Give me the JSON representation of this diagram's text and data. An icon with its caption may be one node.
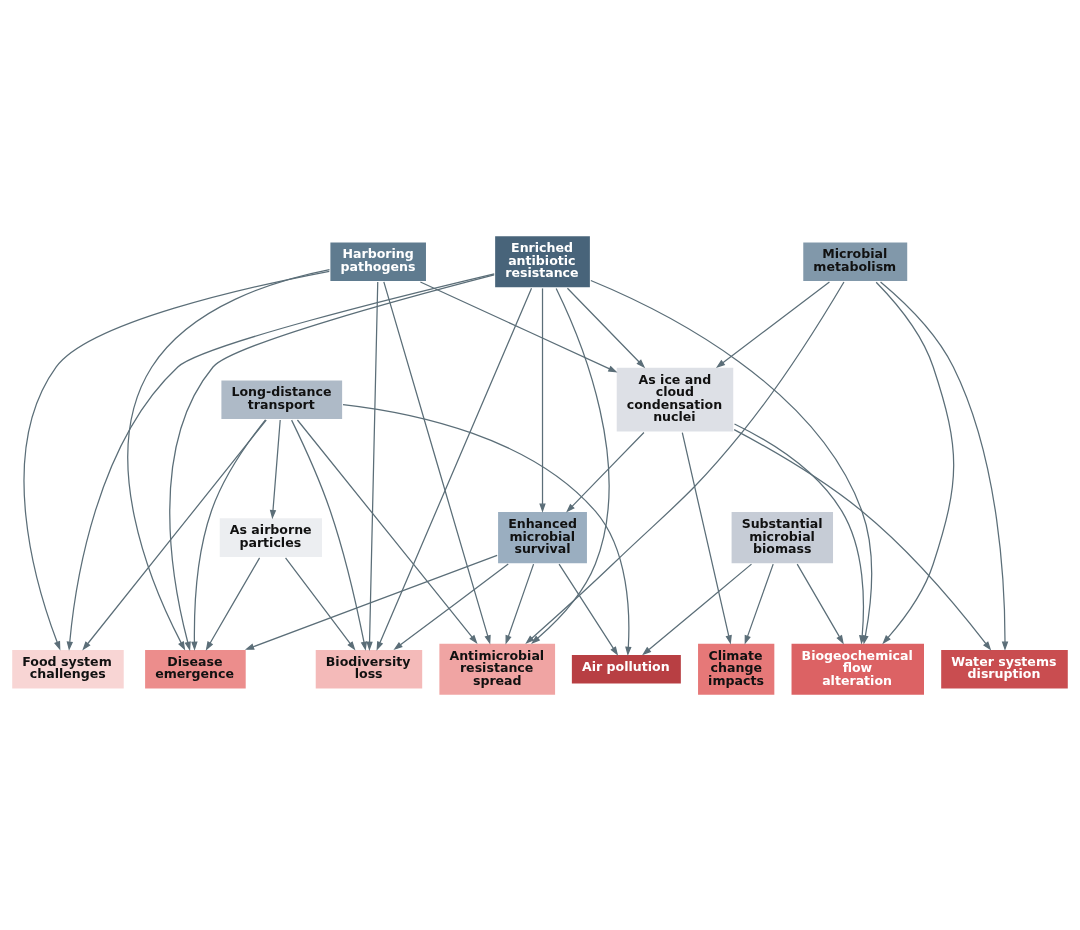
{
  "diagram": {
    "nodes": [
      {
        "text": [
          "Enriched antibiotic resistance"
        ]
      },
      {
        "text": [
          "Harboring pathogens"
        ]
      },
      {
        "text": [
          "Microbial metabolism"
        ]
      },
      {
        "text": [
          "Enhanced microbial survival"
        ]
      },
      {
        "text": [
          "Long-distance transport"
        ]
      },
      {
        "text": [
          "Substantial microbial biomass"
        ]
      },
      {
        "text": [
          "As ice and cloud condensation nuclei"
        ]
      },
      {
        "text": [
          "As airborne particles"
        ]
      },
      {
        "text": [
          "Air pollution"
        ]
      },
      {
        "text": [
          "Water systems disruption"
        ]
      },
      {
        "text": [
          "Biogeochemical flow alteration"
        ]
      },
      {
        "text": [
          "Climate change impacts"
        ]
      },
      {
        "text": [
          "Disease emergence"
        ]
      },
      {
        "text": [
          "Antimicrobial resistance spread"
        ]
      },
      {
        "text": [
          "Biodiversity loss"
        ]
      },
      {
        "text": [
          "Food system challenges"
        ]
      }
    ],
    "edges": [
      {
        "from": 0,
        "to": 15,
        "arrow": "to"
      },
      {
        "from": 1,
        "to": 15,
        "arrow": "to"
      },
      {
        "from": 4,
        "to": 15,
        "arrow": "to"
      },
      {
        "from": 0,
        "to": 14,
        "arrow": "to"
      },
      {
        "from": 1,
        "to": 14,
        "arrow": "to"
      },
      {
        "from": 3,
        "to": 14,
        "arrow": "to"
      },
      {
        "from": 4,
        "to": 14,
        "arrow": "to"
      },
      {
        "from": 7,
        "to": 14,
        "arrow": "to"
      },
      {
        "from": 0,
        "to": 13,
        "arrow": "to"
      },
      {
        "from": 1,
        "to": 13,
        "arrow": "to"
      },
      {
        "from": 2,
        "to": 13,
        "arrow": "to"
      },
      {
        "from": 3,
        "to": 13,
        "arrow": "to"
      },
      {
        "from": 4,
        "to": 13,
        "arrow": "to"
      },
      {
        "from": 0,
        "to": 12,
        "arrow": "to"
      },
      {
        "from": 1,
        "to": 12,
        "arrow": "to"
      },
      {
        "from": 3,
        "to": 12,
        "arrow": "to"
      },
      {
        "from": 4,
        "to": 12,
        "arrow": "to"
      },
      {
        "from": 7,
        "to": 12,
        "arrow": "to"
      },
      {
        "from": 5,
        "to": 11,
        "arrow": "to"
      },
      {
        "from": 6,
        "to": 11,
        "arrow": "to"
      },
      {
        "from": 0,
        "to": 10,
        "arrow": "to"
      },
      {
        "from": 2,
        "to": 10,
        "arrow": "to"
      },
      {
        "from": 5,
        "to": 10,
        "arrow": "to"
      },
      {
        "from": 6,
        "to": 10,
        "arrow": "to"
      },
      {
        "from": 2,
        "to": 9,
        "arrow": "to"
      },
      {
        "from": 6,
        "to": 9,
        "arrow": "to"
      },
      {
        "from": 3,
        "to": 8,
        "arrow": "to"
      },
      {
        "from": 4,
        "to": 8,
        "arrow": "to"
      },
      {
        "from": 5,
        "to": 8,
        "arrow": "to"
      },
      {
        "from": 0,
        "to": 6,
        "arrow": "to"
      },
      {
        "from": 1,
        "to": 6,
        "arrow": "to"
      },
      {
        "from": 2,
        "to": 6,
        "arrow": "to"
      },
      {
        "from": 4,
        "to": 7,
        "arrow": "to"
      },
      {
        "from": 6,
        "to": 3,
        "arrow": "to"
      },
      {
        "from": 0,
        "to": 3,
        "arrow": "to"
      }
    ]
  }
}
